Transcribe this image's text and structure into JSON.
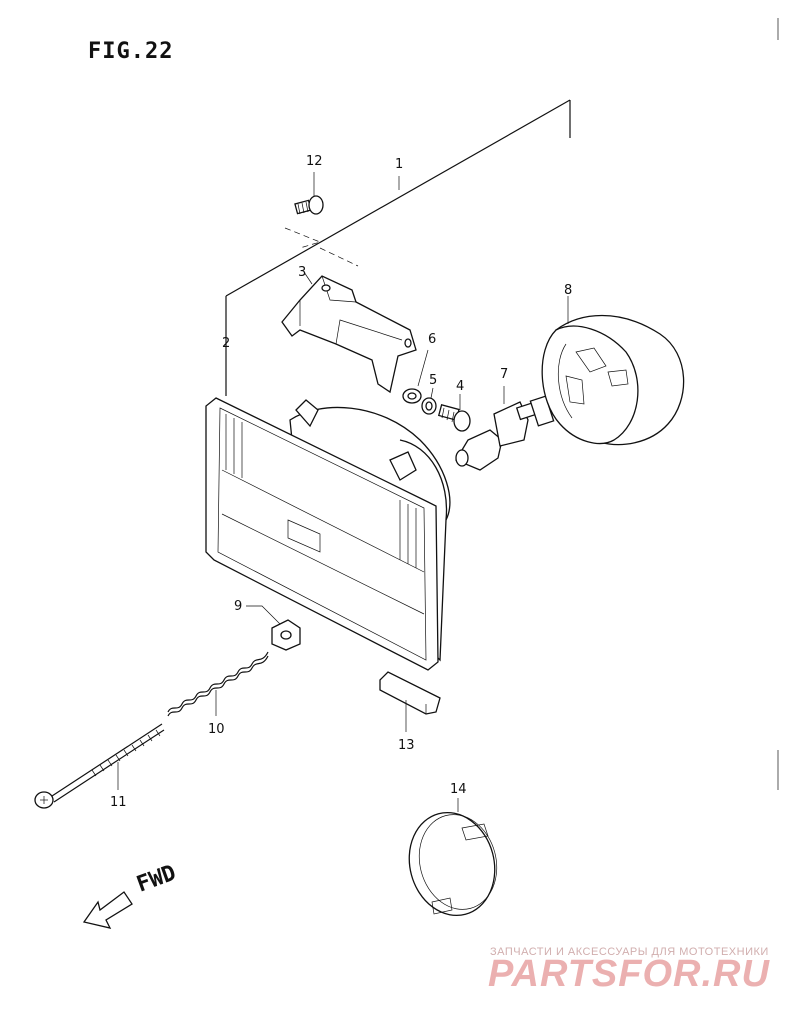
{
  "figure": {
    "title": "FIG.22"
  },
  "callouts": {
    "c1": "1",
    "c2": "2",
    "c3": "3",
    "c4": "4",
    "c5": "5",
    "c6": "6",
    "c7": "7",
    "c8": "8",
    "c9": "9",
    "c10": "10",
    "c11": "11",
    "c12": "12",
    "c13": "13",
    "c14": "14"
  },
  "direction": {
    "label": "FWD"
  },
  "watermark": {
    "tagline": "ЗАПЧАСТИ И АКСЕССУАРЫ ДЛЯ МОТОТЕХНИКИ",
    "brand": "PARTSFOR.RU",
    "color": "#e8a3a3"
  }
}
